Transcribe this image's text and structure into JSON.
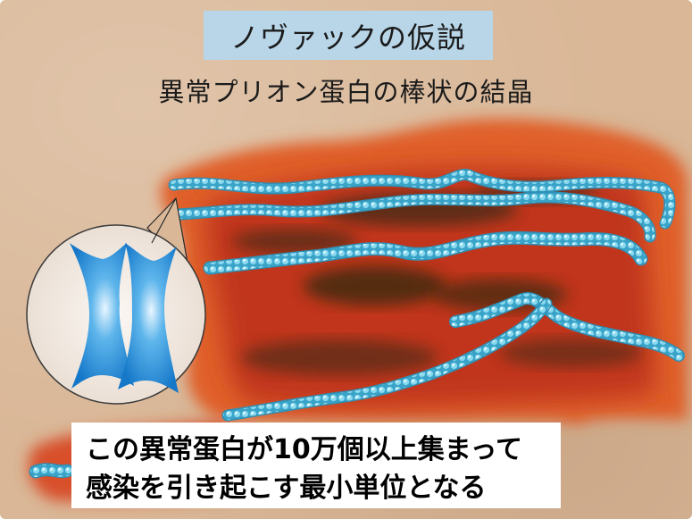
{
  "slide": {
    "title": "ノヴァックの仮説",
    "subtitle": "異常プリオン蛋白の棒状の結晶",
    "caption": {
      "line1": "この異常蛋白が10万個以上集まって",
      "line2": "感染を引き起こす最小単位となる"
    }
  },
  "colors": {
    "background": "#d9b797",
    "title_box": "#b8d6e8",
    "fibril": "#5cc0dc",
    "molecule": "#1e8fd6",
    "tissue_outer": "#e0602a",
    "tissue_inner": "#b8301c",
    "tissue_dark": "#3c2a12"
  },
  "icons": {
    "magnifier": "zoom-circle",
    "molecule": "x-shaped-protein-unit"
  }
}
